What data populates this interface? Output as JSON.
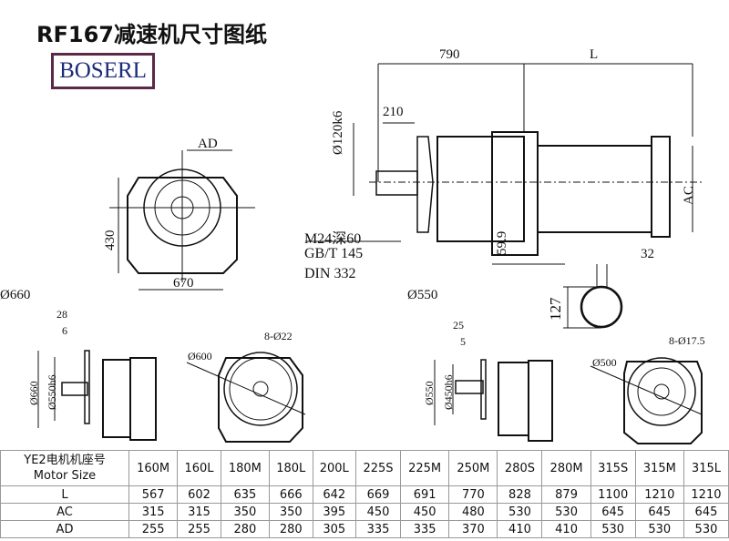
{
  "title": "RF167减速机尺寸图纸",
  "logo": "BOSERL",
  "labels": {
    "d790": "790",
    "dL": "L",
    "d210": "210",
    "d120": "Ø120k6",
    "dAD": "AD",
    "d430": "430",
    "d670": "670",
    "m24": "M24深60",
    "gb": "GB/T 145",
    "din": "DIN 332",
    "d59": "59.9",
    "dAC": "AC",
    "d32": "32",
    "d127": "127",
    "d660top": "Ø660",
    "d550top": "Ø550",
    "l28": "28",
    "l6": "6",
    "l660": "Ø660",
    "l550": "Ø550h6",
    "l600": "Ø600",
    "l822": "8-Ø22",
    "r25": "25",
    "r5": "5",
    "r550": "Ø550",
    "r450": "Ø450h6",
    "r500": "Ø500",
    "r175": "8-Ø17.5"
  },
  "table": {
    "header_cn": "YE2电机机座号",
    "header_en": "Motor Size",
    "sizes": [
      "160M",
      "160L",
      "180M",
      "180L",
      "200L",
      "225S",
      "225M",
      "250M",
      "280S",
      "280M",
      "315S",
      "315M",
      "315L"
    ],
    "rows": [
      {
        "label": "L",
        "values": [
          "567",
          "602",
          "635",
          "666",
          "642",
          "669",
          "691",
          "770",
          "828",
          "879",
          "1100",
          "1210",
          "1210"
        ]
      },
      {
        "label": "AC",
        "values": [
          "315",
          "315",
          "350",
          "350",
          "395",
          "450",
          "450",
          "480",
          "530",
          "530",
          "645",
          "645",
          "645"
        ]
      },
      {
        "label": "AD",
        "values": [
          "255",
          "255",
          "280",
          "280",
          "305",
          "335",
          "335",
          "370",
          "410",
          "410",
          "530",
          "530",
          "530"
        ]
      }
    ]
  }
}
